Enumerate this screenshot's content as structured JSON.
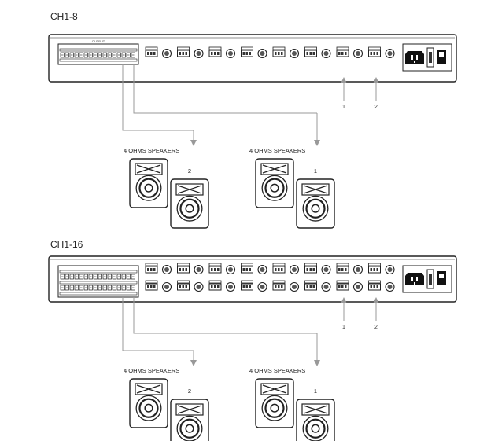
{
  "diagrams": [
    {
      "title": "CH1-8",
      "panel_label": "OUTPUT",
      "rows": 1,
      "speaker_groups": [
        {
          "label": "4 OHMS SPEAKERS",
          "number": "2",
          "arrow_number": "2"
        },
        {
          "label": "4 OHMS SPEAKERS",
          "number": "1",
          "arrow_number": "1"
        }
      ]
    },
    {
      "title": "CH1-16",
      "panel_label": "",
      "rows": 2,
      "speaker_groups": [
        {
          "label": "4 OHMS SPEAKERS",
          "number": "2",
          "arrow_number": "2"
        },
        {
          "label": "4 OHMS SPEAKERS",
          "number": "1",
          "arrow_number": "1"
        }
      ]
    }
  ],
  "colors": {
    "outline": "#222222",
    "arrow": "#999999",
    "chassis": "#ffffff"
  }
}
